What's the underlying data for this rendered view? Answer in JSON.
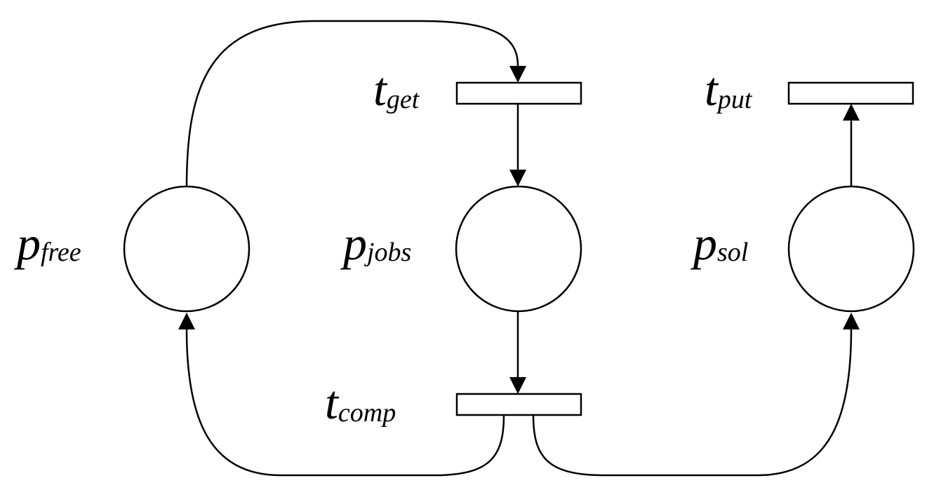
{
  "places": [
    {
      "id": "free",
      "symbol": "p",
      "subscript": "free"
    },
    {
      "id": "jobs",
      "symbol": "p",
      "subscript": "jobs"
    },
    {
      "id": "sol",
      "symbol": "p",
      "subscript": "sol"
    }
  ],
  "transitions": [
    {
      "id": "get",
      "symbol": "t",
      "subscript": "get"
    },
    {
      "id": "comp",
      "symbol": "t",
      "subscript": "comp"
    },
    {
      "id": "put",
      "symbol": "t",
      "subscript": "put"
    }
  ],
  "arcs": [
    {
      "from": "free",
      "to": "get"
    },
    {
      "from": "get",
      "to": "jobs"
    },
    {
      "from": "jobs",
      "to": "comp"
    },
    {
      "from": "comp",
      "to": "free"
    },
    {
      "from": "comp",
      "to": "sol"
    },
    {
      "from": "sol",
      "to": "put"
    }
  ],
  "colors": {
    "stroke": "#000000",
    "fill": "#ffffff",
    "background": "#ffffff"
  }
}
